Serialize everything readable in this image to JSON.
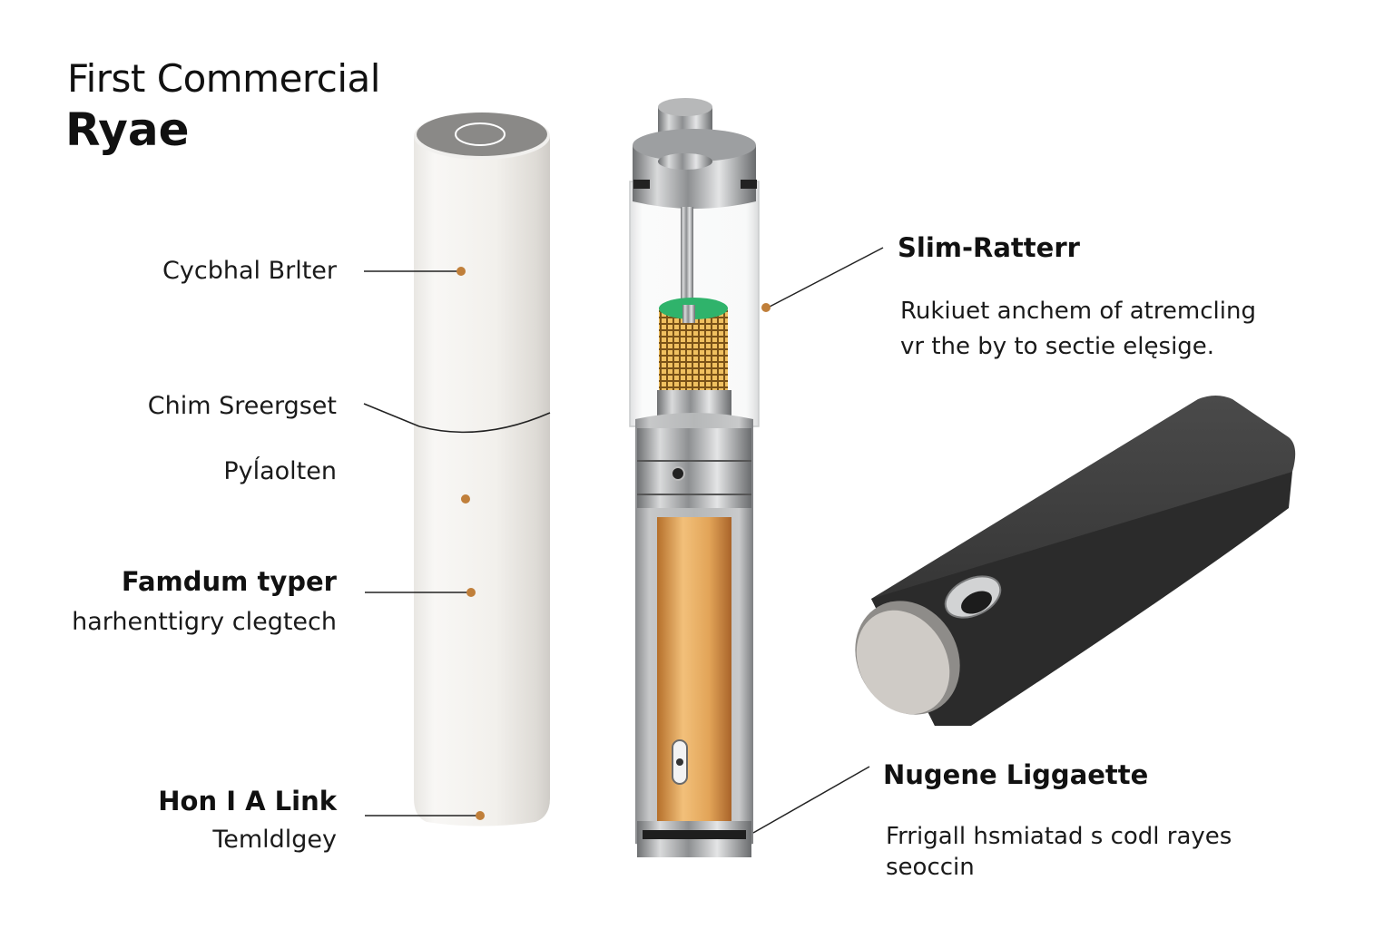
{
  "header": {
    "title_line1": "First Commercial",
    "title_line2": "Ryae"
  },
  "left_callouts": [
    {
      "label": "Cycbhal Brlter"
    },
    {
      "label": "Chim Sreergset"
    },
    {
      "label": "Pyĺaolten"
    },
    {
      "label": "Famdum typer",
      "sub": "harhenttigry clegtech"
    },
    {
      "label": "Hon I A Link",
      "sub": "Temldlgey"
    }
  ],
  "right_callouts": [
    {
      "label": "Slim-Ratterr",
      "desc_line1": "Rukiuet anchem of atremcling",
      "desc_line2": "vr the by to sectie elęsige."
    },
    {
      "label": "Nugene Liggaette",
      "desc_line1": "Frrigall hsmiatad s codl rayes",
      "desc_line2": "seoccin"
    }
  ],
  "colors": {
    "callout_dot": "#c07f3a",
    "leader_line": "#222222",
    "white_body": "#efede9",
    "dark_body": "#3a3a3a",
    "battery_gold": "#e2a458",
    "mesh_green": "#2fb36b",
    "steel": "#a9abad"
  }
}
